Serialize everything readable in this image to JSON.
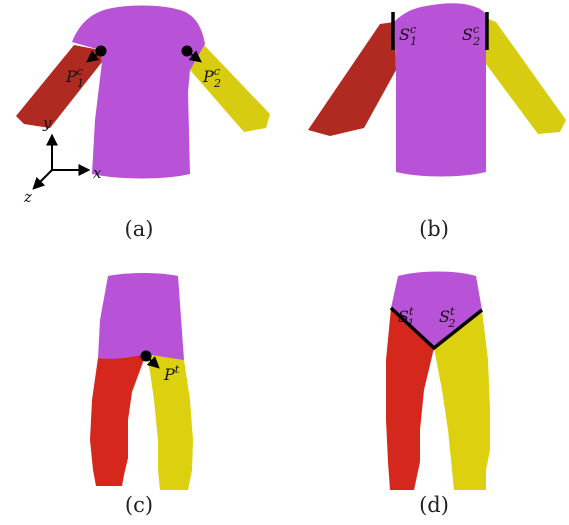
{
  "colors": {
    "torso": "#b852d6",
    "torso_dark": "#a23fc2",
    "left_sleeve": "#b02a22",
    "right_sleeve": "#d8cc10",
    "left_leg": "#d6271c",
    "right_leg": "#ddd00f",
    "stroke": "#000000"
  },
  "panels": {
    "a": {
      "caption": "(a)",
      "point1": {
        "base": "P",
        "sup": "c",
        "sub": "1"
      },
      "point2": {
        "base": "P",
        "sup": "c",
        "sub": "2"
      },
      "axes": {
        "x": "x",
        "y": "y",
        "z": "z"
      }
    },
    "b": {
      "caption": "(b)",
      "seam1": {
        "base": "S",
        "sup": "c",
        "sub": "1"
      },
      "seam2": {
        "base": "S",
        "sup": "c",
        "sub": "2"
      }
    },
    "c": {
      "caption": "(c)",
      "point": {
        "base": "P",
        "sup": "t"
      }
    },
    "d": {
      "caption": "(d)",
      "seam1": {
        "base": "S",
        "sup": "t",
        "sub": "1"
      },
      "seam2": {
        "base": "S",
        "sup": "t",
        "sub": "2"
      }
    }
  }
}
